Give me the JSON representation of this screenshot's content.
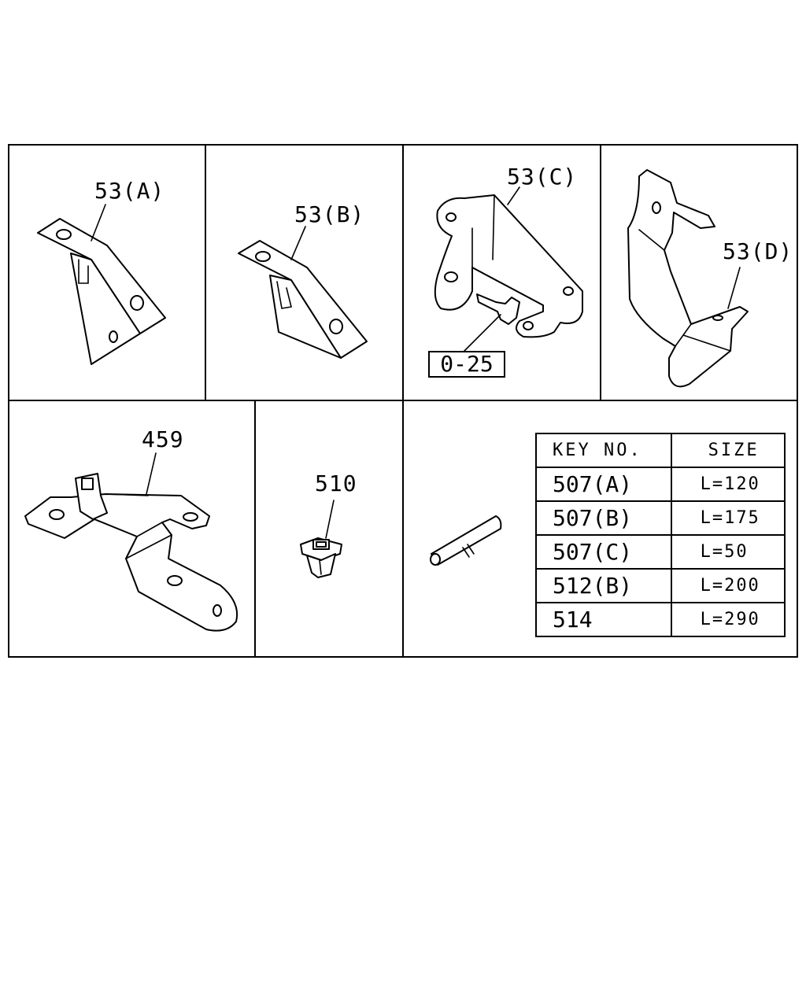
{
  "labels": {
    "p53a": "53(A)",
    "p53b": "53(B)",
    "p53c": "53(C)",
    "p53d": "53(D)",
    "p459": "459",
    "p510": "510",
    "bolt_box": "0-25"
  },
  "table": {
    "header_key": "KEY NO.",
    "header_size": "SIZE",
    "rows": [
      {
        "key": "507(A)",
        "size": "L=120"
      },
      {
        "key": "507(B)",
        "size": "L=175"
      },
      {
        "key": "507(C)",
        "size": "L=50"
      },
      {
        "key": "512(B)",
        "size": "L=200"
      },
      {
        "key": "514",
        "size": "L=290"
      }
    ]
  }
}
